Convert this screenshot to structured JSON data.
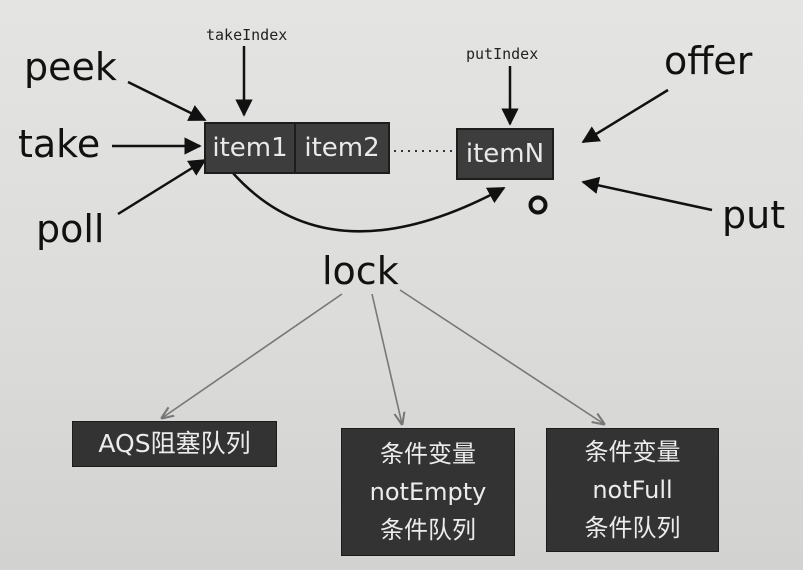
{
  "operations": {
    "peek": "peek",
    "take": "take",
    "poll": "poll",
    "offer": "offer",
    "put": "put"
  },
  "indices": {
    "take_index": "takeIndex",
    "put_index": "putIndex"
  },
  "queue": {
    "items": [
      "item1",
      "item2",
      "itemN"
    ]
  },
  "lock": {
    "label": "lock",
    "aqs_queue": "AQS阻塞队列",
    "not_empty": {
      "line1": "条件变量",
      "line2": "notEmpty",
      "line3": "条件队列"
    },
    "not_full": {
      "line1": "条件变量",
      "line2": "notFull",
      "line3": "条件队列"
    }
  }
}
